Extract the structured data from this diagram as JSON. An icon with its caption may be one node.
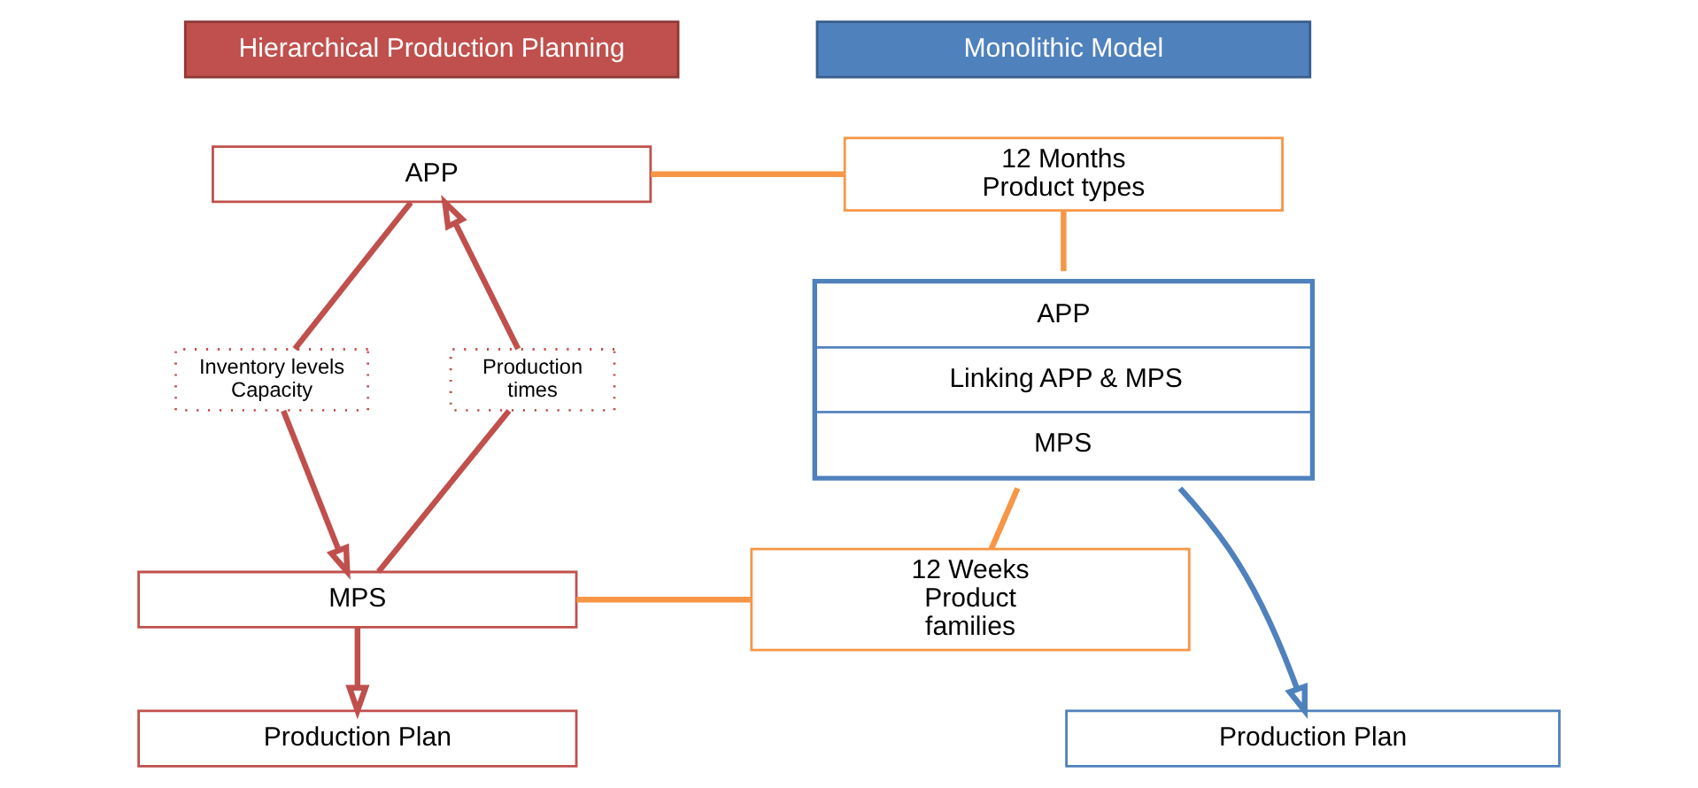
{
  "diagram": {
    "nodes": [
      {
        "text": [
          "Hierarchical Production Planning"
        ]
      },
      {
        "text": [
          "Monolithic Model"
        ]
      },
      {
        "text": [
          "APP"
        ]
      },
      {
        "text": [
          "Inventory levels Capacity"
        ]
      },
      {
        "text": [
          "Production times"
        ]
      },
      {
        "text": [
          "MPS"
        ]
      },
      {
        "text": [
          "Production Plan"
        ]
      },
      {
        "text": [
          "12 Months Product types"
        ]
      },
      {
        "text": [
          "12 Weeks Product families"
        ]
      },
      {
        "text": [
          "APP",
          "Linking APP & MPS",
          "MPS"
        ]
      },
      {
        "text": [
          "Production Plan"
        ]
      }
    ],
    "edges": [
      {
        "from": 2,
        "to": 3,
        "arrow": "none"
      },
      {
        "from": 3,
        "to": 5,
        "arrow": "to"
      },
      {
        "from": 5,
        "to": 4,
        "arrow": "none"
      },
      {
        "from": 4,
        "to": 2,
        "arrow": "to"
      },
      {
        "from": 5,
        "to": 6,
        "arrow": "to"
      },
      {
        "from": 2,
        "to": 7,
        "arrow": "none",
        "color": "#f79646"
      },
      {
        "from": 7,
        "to": 9,
        "arrow": "none",
        "color": "#f79646"
      },
      {
        "from": 5,
        "to": 8,
        "arrow": "none",
        "color": "#f79646"
      },
      {
        "from": 8,
        "to": 9,
        "arrow": "none",
        "color": "#f79646"
      },
      {
        "from": 9,
        "to": 10,
        "arrow": "to",
        "color": "#4f81bd"
      }
    ]
  }
}
